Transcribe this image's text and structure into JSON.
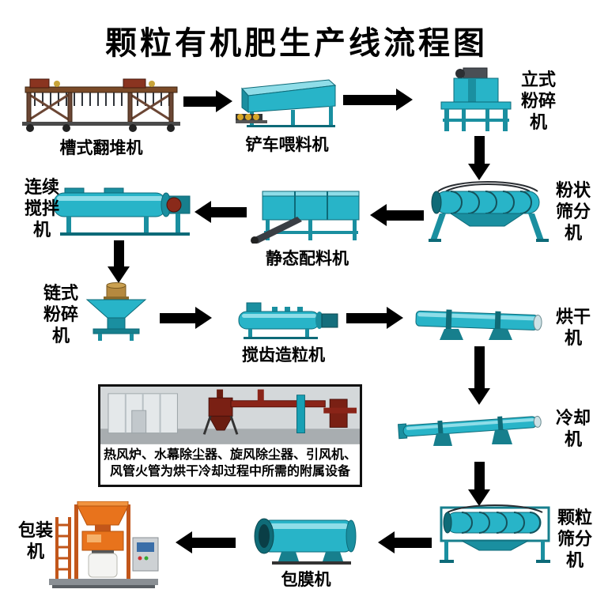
{
  "title": "颗粒有机肥生产线流程图",
  "machines": {
    "trough_turner": {
      "label": "槽式翻堆机"
    },
    "loader_feeder": {
      "label": "铲车喂料机"
    },
    "vertical_crusher": {
      "label": "立式粉碎机"
    },
    "powder_screener": {
      "label": "粉状筛分机"
    },
    "static_batcher": {
      "label": "静态配料机"
    },
    "continuous_mixer": {
      "label": "连续搅拌机"
    },
    "chain_crusher": {
      "label": "链式粉碎机"
    },
    "tooth_granulator": {
      "label": "搅齿造粒机"
    },
    "dryer": {
      "label": "烘干机"
    },
    "cooler": {
      "label": "冷却机"
    },
    "granule_screener": {
      "label": "颗粒筛分机"
    },
    "coating_machine": {
      "label": "包膜机"
    },
    "packing_machine": {
      "label": "包装机"
    }
  },
  "aux_box": {
    "line1": "热风炉、水幕除尘器、旋风除尘器、引风机、",
    "line2": "风管火管为烘干冷却过程中所需的附属设备"
  },
  "colors": {
    "machine_teal": "#28b4c8",
    "machine_teal_dark": "#1a8fa0",
    "arrow_black": "#000000",
    "packer_orange": "#e8731c",
    "cyclone_red": "#7a2014"
  }
}
